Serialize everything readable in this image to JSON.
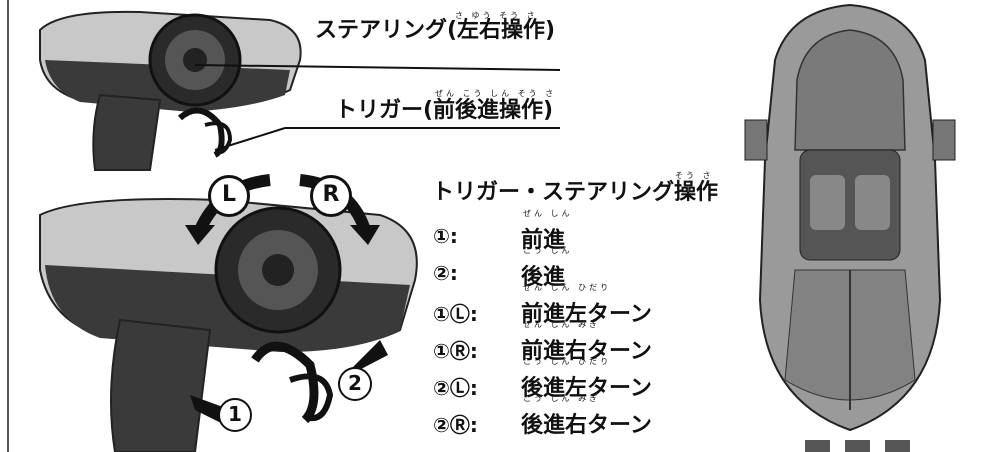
{
  "callouts": {
    "steering": {
      "text": "ステアリング(左右操作)",
      "ruby": "さ ゆう そう さ"
    },
    "trigger": {
      "text": "トリガー(前後進操作)",
      "ruby": "ぜん こう しん そう さ"
    }
  },
  "instructions": {
    "title": "トリガー・ステアリング操作",
    "title_ruby": "そう さ",
    "rows": [
      {
        "code": "①:",
        "action": "前進",
        "ruby": "ぜん しん"
      },
      {
        "code": "②:",
        "action": "後進",
        "ruby": "こう しん"
      },
      {
        "code": "①Ⓛ:",
        "action": "前進左ターン",
        "ruby": "ぜん しん ひだり"
      },
      {
        "code": "①Ⓡ:",
        "action": "前進右ターン",
        "ruby": "ぜん しん みぎ"
      },
      {
        "code": "②Ⓛ:",
        "action": "後進左ターン",
        "ruby": "こう しん ひだり"
      },
      {
        "code": "②Ⓡ:",
        "action": "後進右ターン",
        "ruby": "こう しん みぎ"
      }
    ]
  },
  "diagram_labels": {
    "left_arrow": "L",
    "right_arrow": "R",
    "forward": "1",
    "backward": "2"
  },
  "colors": {
    "ink": "#111111",
    "body_light": "#c8c8c8",
    "body_dark": "#3a3a3a",
    "wheel": "#2a2a2a",
    "car": "#8a8a8a"
  }
}
